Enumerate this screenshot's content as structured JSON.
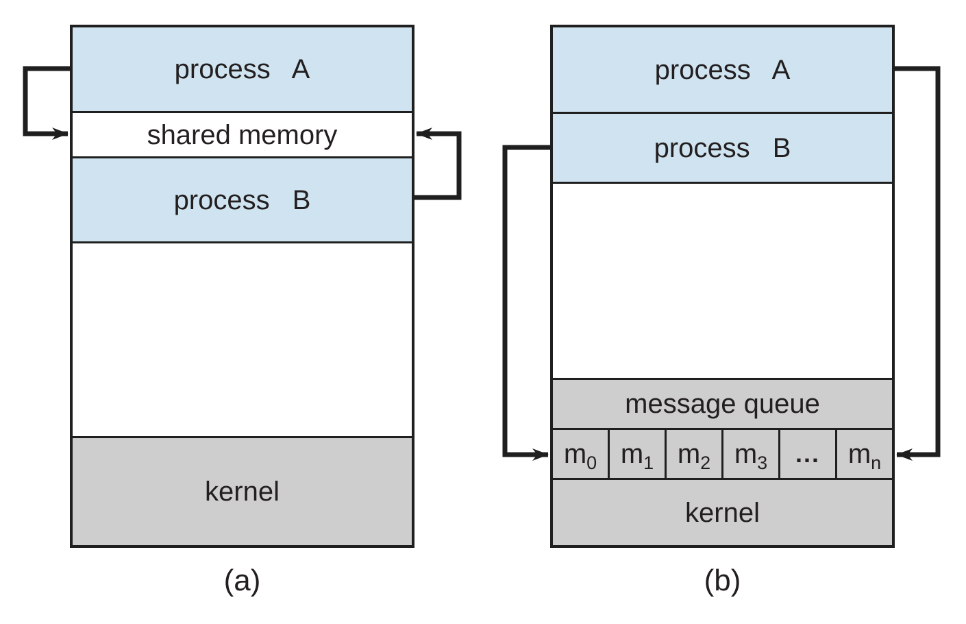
{
  "figure": {
    "caption_a": "(a)",
    "caption_b": "(b)"
  },
  "colors": {
    "process_fill": "#cfe4f0",
    "kernel_fill": "#cecece",
    "line": "#1f1f1f",
    "background": "#ffffff"
  },
  "diagram_a": {
    "process_a": "process A",
    "shared_memory": "shared memory",
    "process_b": "process B",
    "kernel": "kernel"
  },
  "diagram_b": {
    "process_a": "process A",
    "process_b": "process B",
    "message_queue": "message queue",
    "kernel": "kernel",
    "queue_cells": [
      {
        "base": "m",
        "sub": "0"
      },
      {
        "base": "m",
        "sub": "1"
      },
      {
        "base": "m",
        "sub": "2"
      },
      {
        "base": "m",
        "sub": "3"
      },
      {
        "base": "...",
        "sub": ""
      },
      {
        "base": "m",
        "sub": "n"
      }
    ]
  }
}
